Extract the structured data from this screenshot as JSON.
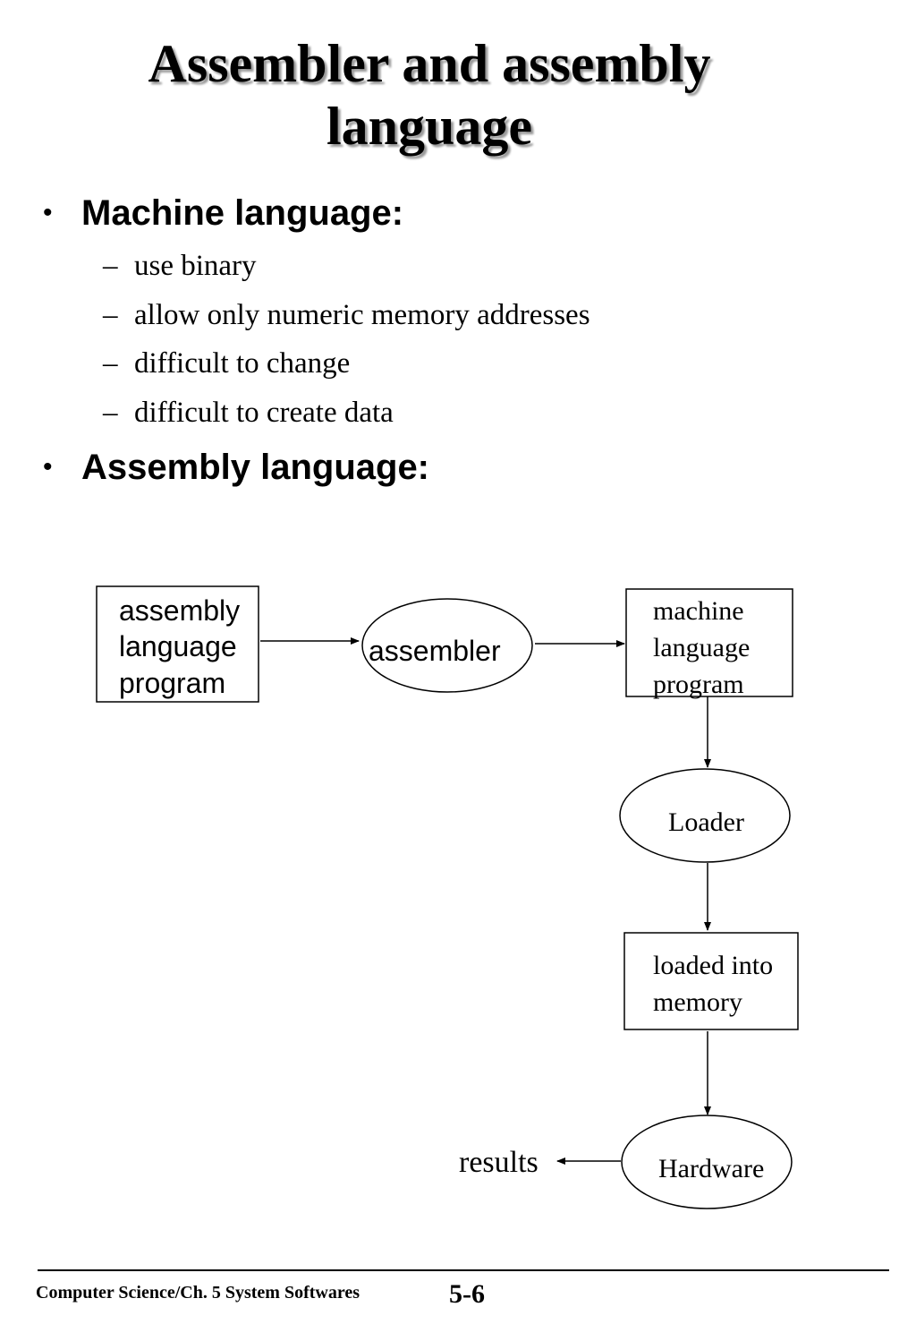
{
  "title": {
    "line1": "Assembler and assembly",
    "line2": "language"
  },
  "bullets": [
    {
      "marker": "•",
      "label": "Machine language:",
      "items": [
        {
          "marker": "–",
          "text": "use binary"
        },
        {
          "marker": "–",
          "text": "allow only numeric memory addresses"
        },
        {
          "marker": "–",
          "text": "difficult to change"
        },
        {
          "marker": "–",
          "text": "difficult to create data"
        }
      ]
    },
    {
      "marker": "•",
      "label": "Assembly language:"
    }
  ],
  "diagram": {
    "assembly_program": [
      "assembly",
      "language",
      "program"
    ],
    "assembler": "assembler",
    "machine_program": [
      "machine",
      "language",
      "program"
    ],
    "loader": "Loader",
    "loaded": [
      "loaded into",
      "memory"
    ],
    "hardware": "Hardware",
    "results": "results"
  },
  "footer": {
    "course": "Computer Science/Ch. 5 System Softwares",
    "page": "5-6"
  }
}
